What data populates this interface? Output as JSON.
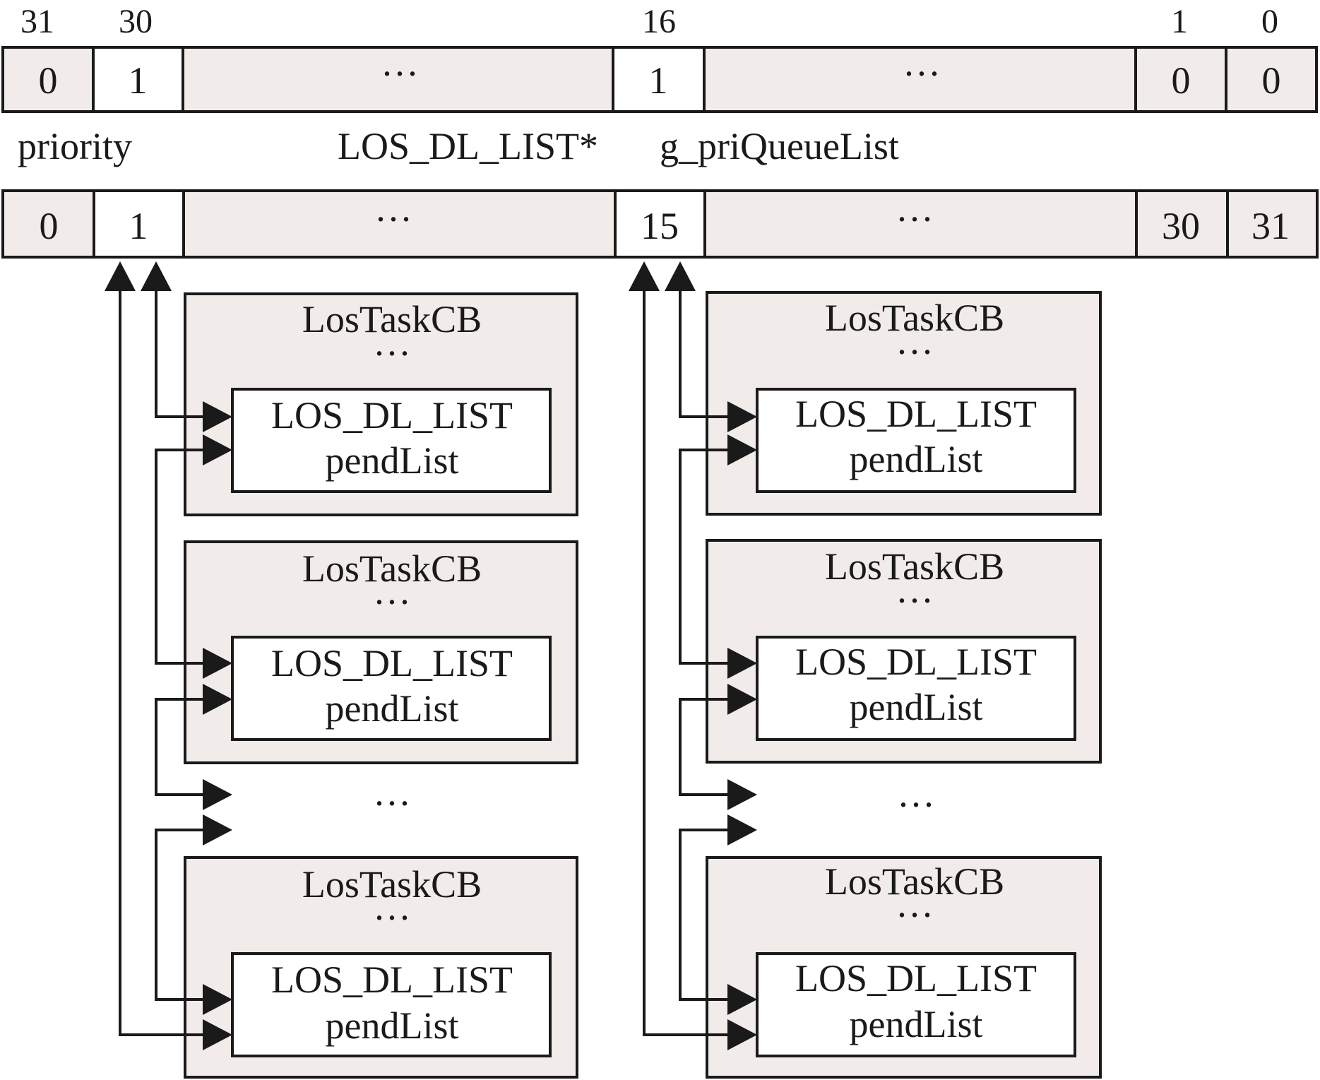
{
  "bitmap": {
    "bit_labels": [
      "31",
      "30",
      "16",
      "1",
      "0"
    ],
    "cells": [
      "0",
      "1",
      "···",
      "1",
      "···",
      "0",
      "0"
    ]
  },
  "labels": {
    "priority": "priority",
    "list_type": "LOS_DL_LIST*",
    "list_name": "g_priQueueList"
  },
  "queue": {
    "cells": [
      "0",
      "1",
      "···",
      "15",
      "···",
      "30",
      "31"
    ]
  },
  "task_box": {
    "title": "LosTaskCB",
    "ellipsis": "···",
    "inner_line1": "LOS_DL_LIST",
    "inner_line2": "pendList"
  },
  "gap_ellipsis": "···",
  "colors": {
    "shaded": "#f1ebea",
    "line": "#1a1a1a"
  }
}
